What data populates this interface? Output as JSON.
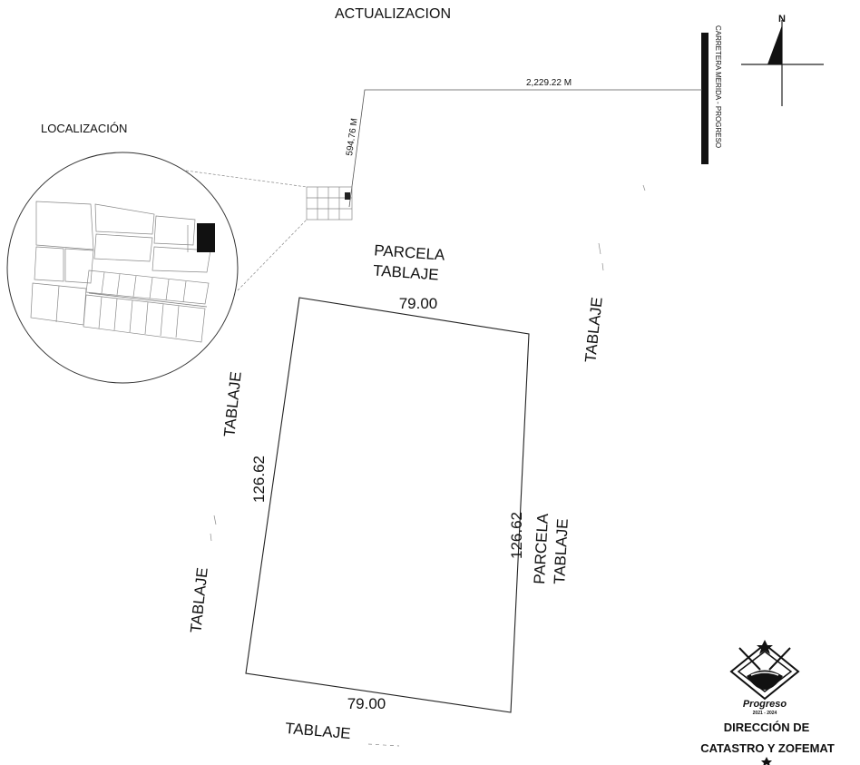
{
  "title": "ACTUALIZACION",
  "inset_title": "LOCALIZACIÓN",
  "road_label": "CARRETERA MERIDA - PROGRESO",
  "north_label": "N",
  "distance_east": "2,229.22 M",
  "distance_north": "594.76 M",
  "plot": {
    "top_length": "79.00",
    "bottom_length": "79.00",
    "left_length": "126.62",
    "right_length": "126.62"
  },
  "neighbors": {
    "top_line1": "PARCELA",
    "top_line2": "TABLAJE",
    "right_upper": "TABLAJE",
    "right_line1": "PARCELA",
    "right_line2": "TABLAJE",
    "left_upper": "TABLAJE",
    "left_lower": "TABLAJE",
    "bottom": "TABLAJE"
  },
  "logo": {
    "name": "Progreso",
    "period": "2021 - 2024",
    "office_line1": "DIRECCIÓN DE",
    "office_line2": "CATASTRO Y ZOFEMAT"
  }
}
